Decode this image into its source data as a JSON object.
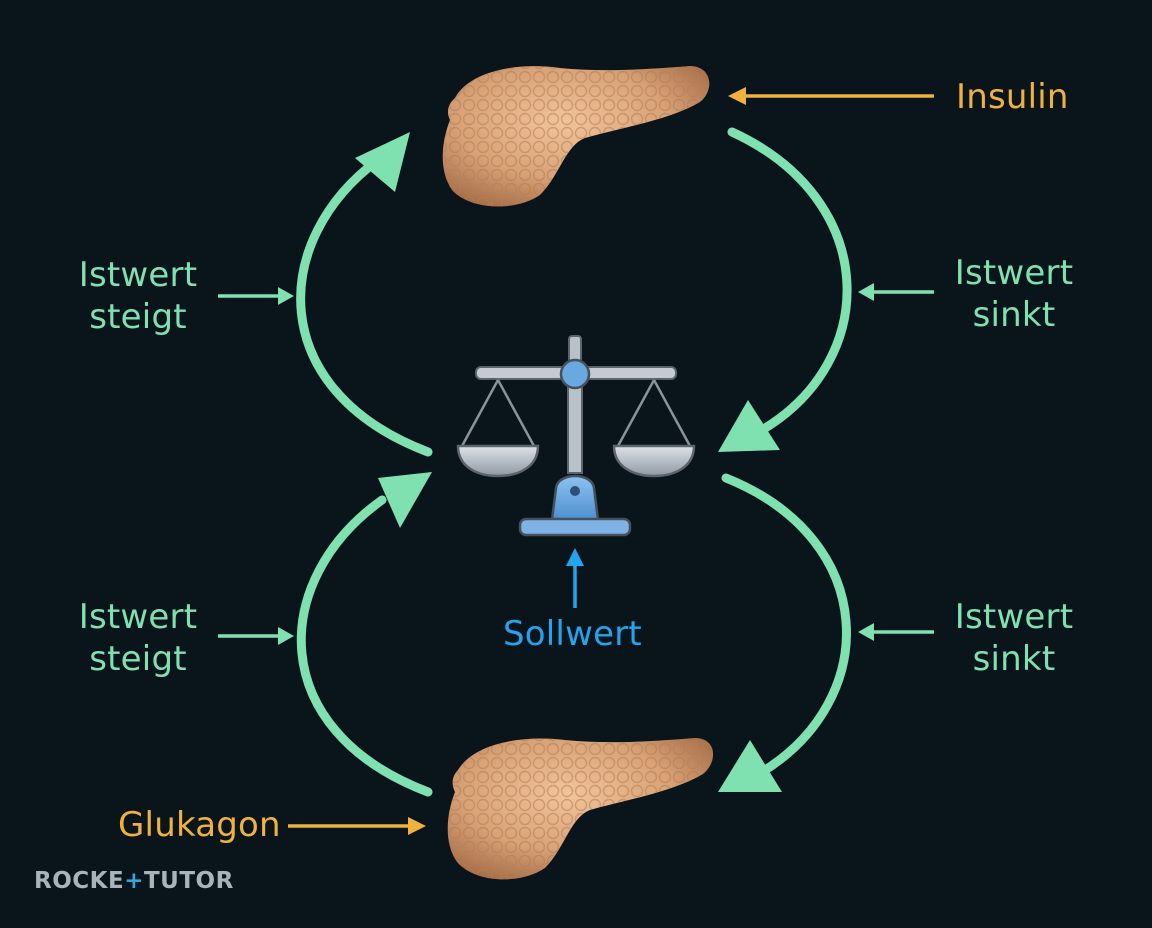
{
  "labels": {
    "insulin": "Insulin",
    "glukagon": "Glukagon",
    "sollwert": "Sollwert",
    "top_left": {
      "line1": "Istwert",
      "line2": "steigt"
    },
    "top_right": {
      "line1": "Istwert",
      "line2": "sinkt"
    },
    "bottom_left": {
      "line1": "Istwert",
      "line2": "steigt"
    },
    "bottom_right": {
      "line1": "Istwert",
      "line2": "sinkt"
    }
  },
  "logo": {
    "part1": "ROCKE",
    "part2": "+",
    "part3": "TUTOR"
  },
  "colors": {
    "background": "#0a141b",
    "cycle_arrow": "#7fe0b0",
    "hormone_arrow": "#f0b23c",
    "setpoint": "#23a4ec",
    "scale_metal": "#b8c0c8",
    "scale_base": "#6aa8e0",
    "organ": "#d9a277"
  },
  "icons": {
    "organ": "pancreas-icon",
    "balance": "balance-scale-icon"
  }
}
